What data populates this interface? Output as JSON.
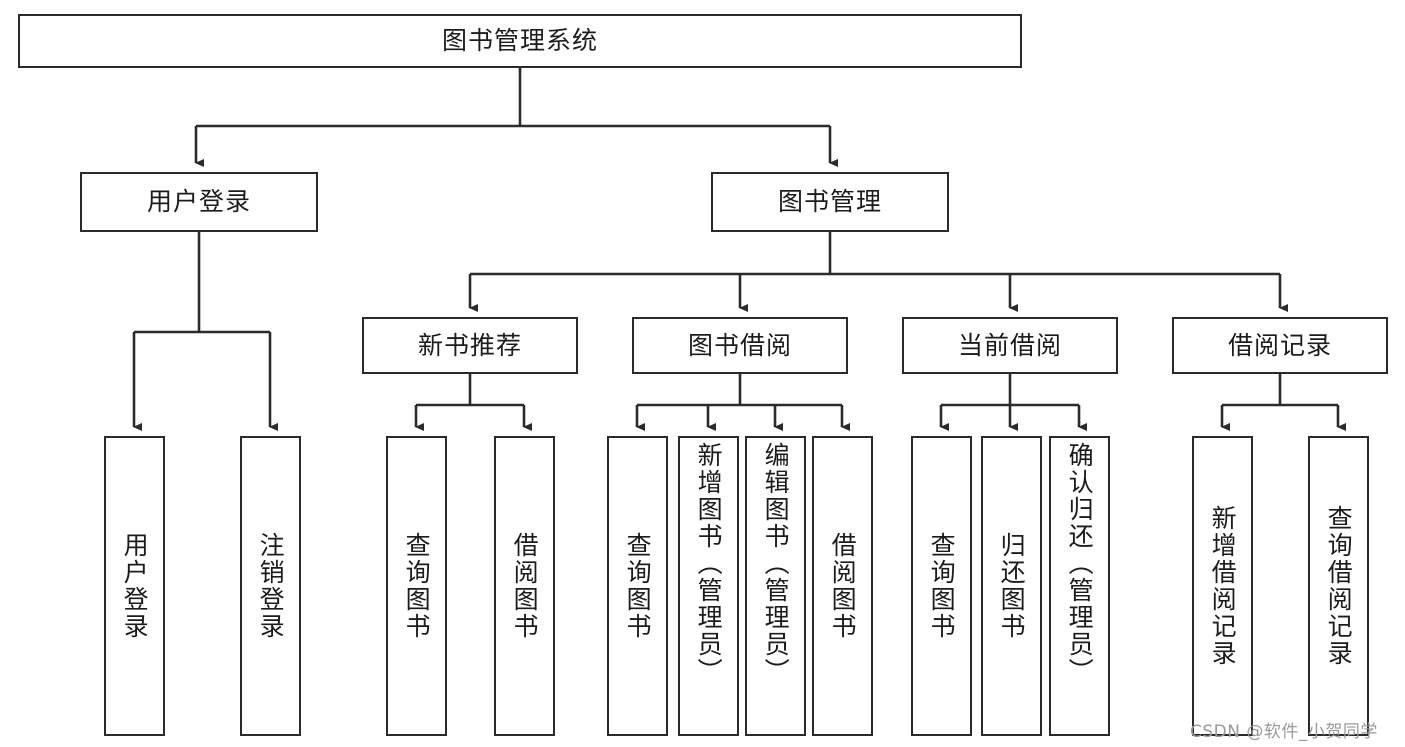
{
  "diagram": {
    "title": "图书管理系统",
    "type": "tree-hierarchy-chart",
    "root": {
      "label": "图书管理系统"
    },
    "level2": [
      {
        "label": "用户登录"
      },
      {
        "label": "图书管理"
      }
    ],
    "level3": [
      {
        "label": "新书推荐"
      },
      {
        "label": "图书借阅"
      },
      {
        "label": "当前借阅"
      },
      {
        "label": "借阅记录"
      }
    ],
    "leaves": {
      "user_login": [
        {
          "label": "用户登录"
        },
        {
          "label": "注销登录"
        }
      ],
      "new_book_recommend": [
        {
          "label": "查询图书"
        },
        {
          "label": "借阅图书"
        }
      ],
      "book_borrow": [
        {
          "label": "查询图书"
        },
        {
          "label": "新增图书（管理员）"
        },
        {
          "label": "编辑图书（管理员）"
        },
        {
          "label": "借阅图书"
        }
      ],
      "current_borrow": [
        {
          "label": "查询图书"
        },
        {
          "label": "归还图书"
        },
        {
          "label": "确认归还（管理员）"
        }
      ],
      "borrow_record": [
        {
          "label": "新增借阅记录"
        },
        {
          "label": "查询借阅记录"
        }
      ]
    }
  },
  "watermark": {
    "text": "CSDN @软件_小贺同学"
  },
  "colors": {
    "border": "#2b2b2b",
    "background": "#ffffff",
    "text": "#1c1c1c",
    "watermark": "#9a9a9a"
  }
}
